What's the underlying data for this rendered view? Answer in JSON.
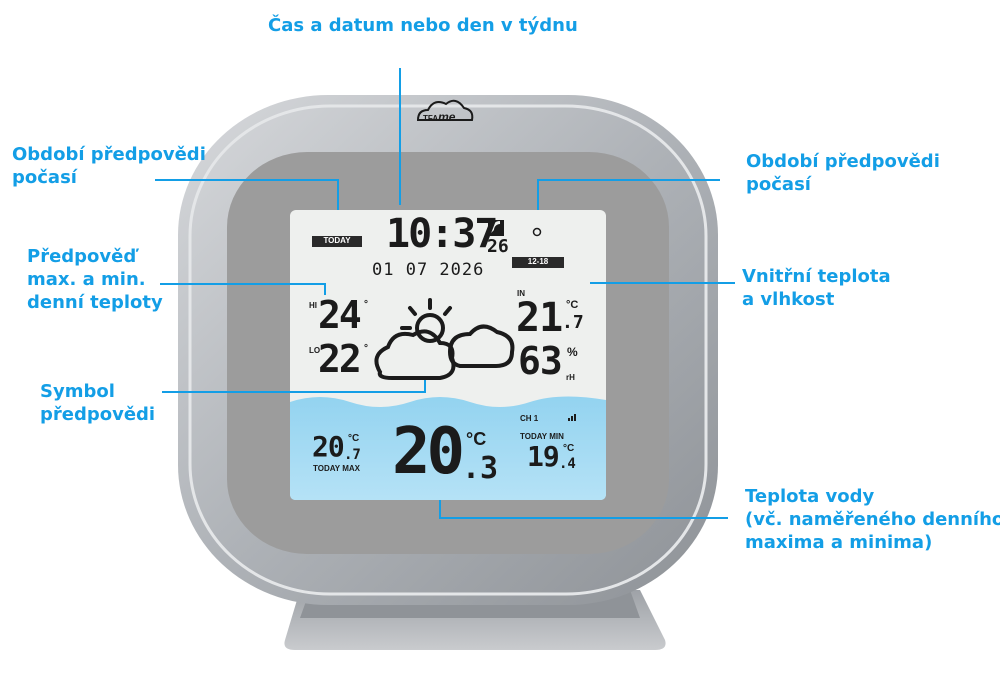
{
  "callouts": {
    "time_date": "Čas a datum nebo den v týdnu",
    "forecast_period_left": [
      "Období předpovědi",
      "počasí"
    ],
    "forecast_period_right": [
      "Období předpovědi",
      "počasí"
    ],
    "forecast_temp": [
      "Předpověď",
      "max. a min.",
      "denní teploty"
    ],
    "indoor": [
      "Vnitřní teplota",
      "a vlhkost"
    ],
    "symbol": [
      "Symbol",
      "předpovědi"
    ],
    "water": [
      "Teplota vody",
      "(vč. naměřeného denního",
      "maxima a minima)"
    ]
  },
  "device": {
    "brand": "TFA",
    "brand_script": "me",
    "accent_color": "#139ee6",
    "screen_top_color": "#eef0ee",
    "screen_water_color": "#a6dcf3"
  },
  "display": {
    "today": "TODAY",
    "time_hm": "10:37",
    "seconds": "26",
    "date": "01 07 2026",
    "period": "12-18",
    "hi_label": "HI",
    "hi_value": "24",
    "lo_label": "LO",
    "lo_value": "22",
    "degree": "°",
    "in_label": "IN",
    "in_temp_int": "21",
    "in_temp_dec": ".7",
    "unit_c": "°C",
    "humidity": "63",
    "percent": "%",
    "rh": "rH",
    "channel": "CH 1",
    "today_min": "TODAY  MIN",
    "min_int": "19",
    "min_dec": ".4",
    "max_int": "20",
    "max_dec": ".7",
    "today_max": "TODAY  MAX",
    "water_int": "20",
    "water_dec": ".3",
    "forecast_icon": "partly-cloudy-icon",
    "signal_icon": "signal-bars-icon"
  }
}
